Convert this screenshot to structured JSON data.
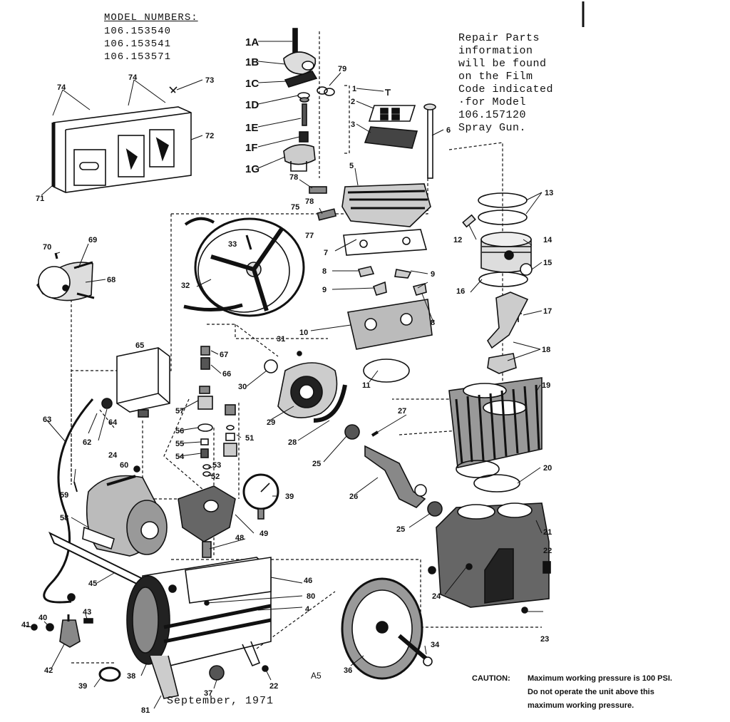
{
  "model_numbers": {
    "title": "MODEL NUMBERS:",
    "items": [
      "106.153540",
      "106.153541",
      "106.153571"
    ]
  },
  "repair_note": [
    "Repair Parts",
    "information",
    "will be found",
    "on the Film",
    "Code indicated",
    "·for Model",
    "106.157120",
    "Spray Gun."
  ],
  "caution": {
    "label": "CAUTION:",
    "lines": [
      "Maximum working pressure is 100 PSI.",
      "Do not operate the unit above this",
      "maximum working pressure."
    ]
  },
  "footer": {
    "date": "September, 1971",
    "code": "A5"
  },
  "part_labels": [
    "1A",
    "1B",
    "1C",
    "1D",
    "1E",
    "1F",
    "1G",
    "79",
    "1",
    "2",
    "3",
    "6",
    "74",
    "74",
    "73",
    "72",
    "71",
    "78",
    "78",
    "5",
    "13",
    "75",
    "77",
    "12",
    "14",
    "70",
    "69",
    "68",
    "33",
    "32",
    "7",
    "8",
    "9",
    "9",
    "8",
    "15",
    "16",
    "17",
    "18",
    "10",
    "11",
    "31",
    "67",
    "66",
    "65",
    "30",
    "29",
    "27",
    "28",
    "19",
    "63",
    "64",
    "57",
    "56",
    "55",
    "54",
    "51",
    "53",
    "52",
    "62",
    "24",
    "60",
    "59",
    "58",
    "39",
    "49",
    "48",
    "25",
    "26",
    "20",
    "25",
    "21",
    "22",
    "24",
    "45",
    "46",
    "80",
    "4",
    "23",
    "34",
    "41",
    "40",
    "43",
    "42",
    "39",
    "38",
    "81",
    "37",
    "22",
    "36"
  ],
  "colors": {
    "ink": "#111111",
    "paper": "#ffffff"
  }
}
